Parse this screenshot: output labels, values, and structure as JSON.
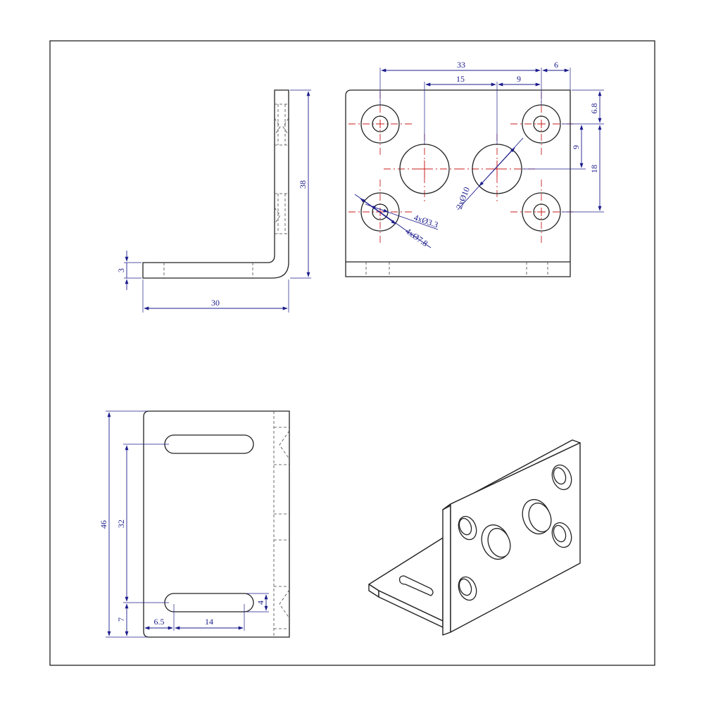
{
  "side_view": {
    "height_label": "38",
    "length_label": "30",
    "thickness_label": "3"
  },
  "front_view": {
    "total_spacing_label": "33",
    "edge_offset_label": "6",
    "spacing_left_label": "15",
    "spacing_right_label": "9",
    "top_offset_label": "6.8",
    "vertical_small_label": "9",
    "vertical_total_label": "18",
    "small_hole_label": "4xØ3.3",
    "counterbore_label": "4xØ7.8",
    "large_hole_label": "2xØ10"
  },
  "top_view": {
    "overall_label": "46",
    "slot_spacing_label": "32",
    "bottom_offset_label": "7",
    "left_offset_label": "6.5",
    "slot_length_label": "14",
    "slot_width_label": "4"
  }
}
